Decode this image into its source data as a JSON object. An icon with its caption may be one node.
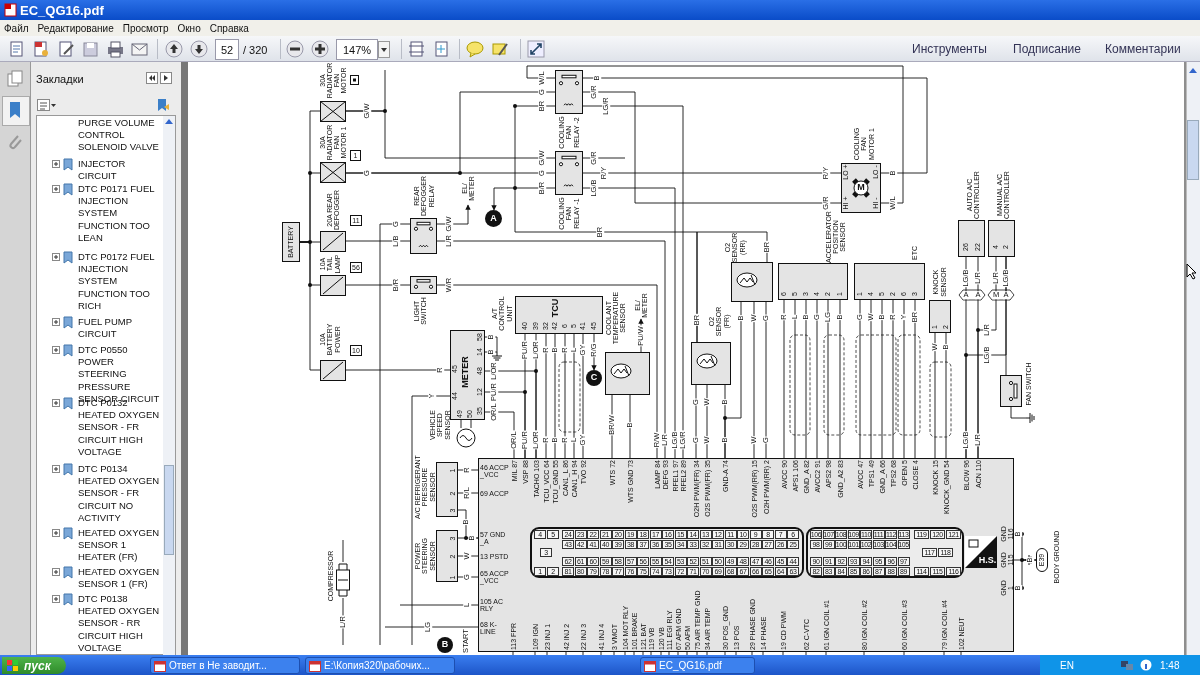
{
  "diagram": {
    "title": "EC_QG16.pdf",
    "nodes": [
      {
        "text": [
          "BATTERY"
        ]
      },
      {
        "text": [
          "30A RADIATOR FAN MOTOR"
        ]
      },
      {
        "text": [
          "30A RADIATOR FAN MOTOR 1",
          "1"
        ]
      },
      {
        "text": [
          "20A REAR DEFOGGER",
          "11"
        ]
      },
      {
        "text": [
          "10A TAIL LAMP",
          "56"
        ]
      },
      {
        "text": [
          "10A BATTERY POWER",
          "10"
        ]
      },
      {
        "text": [
          "COOLING FAN RELAY -2"
        ]
      },
      {
        "text": [
          "COOLING FAN RELAY -1"
        ]
      },
      {
        "text": [
          "REAR DEFOGGER RELAY"
        ]
      },
      {
        "text": [
          "LIGHT SWITCH"
        ]
      },
      {
        "text": [
          "A"
        ]
      },
      {
        "text": [
          "EL/ METER"
        ]
      },
      {
        "text": [
          "METER",
          "45",
          "44",
          "58",
          "14",
          "48",
          "12",
          "35",
          "49",
          "50"
        ]
      },
      {
        "text": [
          "VEHICLE SPEED SENSOR"
        ]
      },
      {
        "text": [
          "TCU",
          "40",
          "39",
          "32",
          "42",
          "6",
          "5",
          "41",
          "45"
        ],
        "beside": [
          "A/T CONTROL UNIT"
        ]
      },
      {
        "text": [
          "C"
        ]
      },
      {
        "text": [
          "COOLANT TEMPERATURE SENSOR"
        ]
      },
      {
        "text": [
          "EL/ METER"
        ]
      },
      {
        "text": [
          "O2 SENSOR (RR)"
        ]
      },
      {
        "text": [
          "O2 SENSOR (FR)"
        ]
      },
      {
        "text": [
          "ACCELERATOR POSITION SENSOR",
          "6",
          "5",
          "3",
          "4",
          "2",
          "1"
        ]
      },
      {
        "text": [
          "ETC",
          "1",
          "4",
          "5",
          "2",
          "6",
          "3"
        ]
      },
      {
        "text": [
          "KNOCK SENSOR",
          "1",
          "2"
        ]
      },
      {
        "text": [
          "AUTO A/C CONTROLLER",
          "26",
          "22"
        ]
      },
      {
        "text": [
          "MANUAL A/C CONTROLLER",
          "4",
          "2"
        ]
      },
      {
        "text": [
          "FAN SWITCH"
        ]
      },
      {
        "text": [
          "COOLING FAN MOTOR 1",
          "M",
          "LO +",
          "LO -",
          "HI +",
          "HI -"
        ]
      },
      {
        "text": [
          "MIL 87",
          "VSP 88",
          "TACHO 103",
          "TCU_VCC 64",
          "TCU_GND 55",
          "CAN1_L 86",
          "CAN1_H 94",
          "TVO 92",
          "WTS 72",
          "WTS GND 73",
          "LAMP 84",
          "DEFG 93",
          "RFEL1 97",
          "RFEL2 89",
          "O2H PWM(FR) 34",
          "O2S PWM(FR) 35",
          "GND-A 74",
          "O2S PWM(RR) 15",
          "O2H PWM(RR) 2",
          "AVCC 90",
          "APS1 106",
          "GND_A 82",
          "AVCC2 91",
          "APS2 98",
          "GND_A2 83",
          "AVCC 47",
          "TPS1 49",
          "GND_A 66",
          "TPS2 68",
          "OPEN 5",
          "CLOSE 4",
          "KNOCK 15",
          "KNOCK_GND 54",
          "BLOW 96",
          "ACN 110",
          "46 ACCP _VCC",
          "69 ACCP",
          "57 GND _A",
          "13 PSTD",
          "65 ACCP _VCC",
          "105 AC RLY",
          "68 K-LINE",
          "113 FPR",
          "109 IGN",
          "23 INJ 1",
          "42 INJ 2",
          "22 INJ 3",
          "41 INJ 4",
          "3 VMOT",
          "104 MOT RLY",
          "101 BRAKE",
          "121 BAT",
          "119 VB",
          "120 VB",
          "111 EGI RLY",
          "67 AFM GND",
          "50 AFM",
          "75 AIR TEMP GND",
          "34 AIR TEMP",
          "30 POS_GND",
          "13 POS",
          "29 PHASE GND",
          "14 PHASE",
          "19 CD PWM",
          "62 C-VTC",
          "61 IGN COIL #1",
          "80 IGN COIL #2",
          "60 IGN COIL #3",
          "79 IGN COIL #4",
          "102 NEUT",
          "GND 116",
          "GND 115",
          "GND 1"
        ]
      },
      {
        "text": [
          "24",
          "23",
          "22",
          "21",
          "20",
          "19",
          "18",
          "17",
          "16",
          "15",
          "14",
          "13",
          "12",
          "11",
          "10",
          "9",
          "8",
          "7",
          "6",
          "43",
          "42",
          "41",
          "40",
          "39",
          "38",
          "37",
          "36",
          "35",
          "34",
          "33",
          "32",
          "31",
          "30",
          "29",
          "28",
          "27",
          "26",
          "25",
          "62",
          "61",
          "60",
          "59",
          "58",
          "57",
          "56",
          "55",
          "54",
          "53",
          "52",
          "51",
          "50",
          "49",
          "48",
          "47",
          "46",
          "45",
          "44",
          "81",
          "80",
          "79",
          "78",
          "77",
          "76",
          "75",
          "74",
          "73",
          "72",
          "71",
          "70",
          "69",
          "68",
          "67",
          "66",
          "65",
          "64",
          "63",
          "4",
          "5",
          "3",
          "1",
          "2"
        ],
        "in": 27
      },
      {
        "text": [
          "106",
          "107",
          "108",
          "109",
          "110",
          "111",
          "112",
          "113",
          "98",
          "99",
          "100",
          "101",
          "102",
          "103",
          "104",
          "105",
          "90",
          "91",
          "92",
          "93",
          "94",
          "95",
          "96",
          "97",
          "82",
          "83",
          "84",
          "85",
          "86",
          "87",
          "88",
          "89",
          "119",
          "120",
          "121",
          "117",
          "118",
          "114",
          "115",
          "116"
        ],
        "in": 27
      },
      {
        "text": [
          "H.S."
        ],
        "in": 27
      },
      {
        "text": [
          "A/C REFRIGERANT PRESSURE SENSOR",
          "1",
          "2",
          "3"
        ]
      },
      {
        "text": [
          "POWER STEERING SENSOR",
          "3",
          "2",
          "1"
        ]
      },
      {
        "text": [
          "COMPRESSOR"
        ]
      },
      {
        "text": [
          "B"
        ]
      },
      {
        "text": [
          "E39"
        ],
        "beside": [
          "BODY GROUND"
        ]
      }
    ],
    "edges": [
      {
        "from": 0,
        "to": 1,
        "arrow": "none"
      },
      {
        "from": 0,
        "to": 2,
        "arrow": "none"
      },
      {
        "from": 0,
        "to": 3,
        "arrow": "none"
      },
      {
        "from": 0,
        "to": 4,
        "arrow": "none"
      },
      {
        "from": 0,
        "to": 5,
        "arrow": "none"
      },
      {
        "from": 1,
        "to": 7,
        "arrow": "none",
        "label": "G/W"
      },
      {
        "from": 2,
        "to": 7,
        "arrow": "none",
        "label": "G"
      },
      {
        "from": 2,
        "to": 6,
        "arrow": "none",
        "label": "G"
      },
      {
        "from": 3,
        "to": 8,
        "arrow": "none",
        "label": "L/B"
      },
      {
        "from": 8,
        "to": 11,
        "arrow": "to",
        "label": "G/W"
      },
      {
        "from": 4,
        "to": 9,
        "arrow": "none",
        "label": "B/R"
      },
      {
        "from": 5,
        "to": 12,
        "arrow": "none",
        "label": "R"
      },
      {
        "from": 7,
        "to": 10,
        "arrow": "to",
        "label": "B/R"
      },
      {
        "from": 7,
        "to": 26,
        "arrow": "none",
        "label": "R/Y"
      },
      {
        "from": 6,
        "to": 26,
        "arrow": "none",
        "label": "G/R"
      },
      {
        "from": 7,
        "to": 27,
        "arrow": "none",
        "label": "LG/B"
      },
      {
        "from": 6,
        "to": 27,
        "arrow": "none",
        "label": "LG/R"
      },
      {
        "from": 8,
        "to": 27,
        "arrow": "none",
        "label": "L/R"
      },
      {
        "from": 9,
        "to": 27,
        "arrow": "none",
        "label": "W/R"
      },
      {
        "from": 12,
        "to": 27,
        "arrow": "none",
        "label": "OR/L"
      },
      {
        "from": 12,
        "to": 27,
        "arrow": "none",
        "label": "PU/R"
      },
      {
        "from": 12,
        "to": 27,
        "arrow": "none",
        "label": "L/OR"
      },
      {
        "from": 14,
        "to": 27,
        "arrow": "none",
        "label": "PU/R"
      },
      {
        "from": 14,
        "to": 27,
        "arrow": "none",
        "label": "L/OR"
      },
      {
        "from": 14,
        "to": 27,
        "arrow": "none",
        "label": "R"
      },
      {
        "from": 14,
        "to": 27,
        "arrow": "none",
        "label": "B"
      },
      {
        "from": 14,
        "to": 27,
        "arrow": "none",
        "label": "R"
      },
      {
        "from": 14,
        "to": 27,
        "arrow": "none",
        "label": "L"
      },
      {
        "from": 14,
        "to": 27,
        "arrow": "none",
        "label": "GY"
      },
      {
        "from": 14,
        "to": 15,
        "arrow": "to",
        "label": "R/G"
      },
      {
        "from": 16,
        "to": 17,
        "arrow": "to",
        "label": "PU/W"
      },
      {
        "from": 16,
        "to": 27,
        "arrow": "none",
        "label": "BR/W"
      },
      {
        "from": 16,
        "to": 27,
        "arrow": "none",
        "label": "B"
      },
      {
        "from": 19,
        "to": 27,
        "arrow": "none",
        "label": "G"
      },
      {
        "from": 19,
        "to": 27,
        "arrow": "none",
        "label": "W"
      },
      {
        "from": 19,
        "to": 27,
        "arrow": "none",
        "label": "B"
      },
      {
        "from": 18,
        "to": 27,
        "arrow": "none"
      },
      {
        "from": 18,
        "to": 27,
        "arrow": "none",
        "label": "W"
      },
      {
        "from": 18,
        "to": 27,
        "arrow": "none",
        "label": "G"
      },
      {
        "from": 18,
        "to": 19,
        "arrow": "none",
        "label": "BR"
      },
      {
        "from": 20,
        "to": 27,
        "arrow": "none",
        "label": "R"
      },
      {
        "from": 20,
        "to": 27,
        "arrow": "none",
        "label": "L"
      },
      {
        "from": 20,
        "to": 27,
        "arrow": "none",
        "label": "B"
      },
      {
        "from": 20,
        "to": 27,
        "arrow": "none",
        "label": "G"
      },
      {
        "from": 20,
        "to": 27,
        "arrow": "none",
        "label": "LG"
      },
      {
        "from": 20,
        "to": 27,
        "arrow": "none",
        "label": "B"
      },
      {
        "from": 21,
        "to": 27,
        "arrow": "none",
        "label": "G"
      },
      {
        "from": 21,
        "to": 27,
        "arrow": "none",
        "label": "W"
      },
      {
        "from": 21,
        "to": 27,
        "arrow": "none",
        "label": "B"
      },
      {
        "from": 21,
        "to": 27,
        "arrow": "none",
        "label": "R"
      },
      {
        "from": 21,
        "to": 27,
        "arrow": "none",
        "label": "Y"
      },
      {
        "from": 21,
        "to": 27,
        "arrow": "none",
        "label": "BR"
      },
      {
        "from": 22,
        "to": 27,
        "arrow": "none",
        "label": "W"
      },
      {
        "from": 22,
        "to": 27,
        "arrow": "none",
        "label": "B"
      },
      {
        "from": 23,
        "to": 27,
        "arrow": "none",
        "label": "LG/B"
      },
      {
        "from": 23,
        "to": 27,
        "arrow": "none",
        "label": "L/R"
      },
      {
        "from": 24,
        "to": 27,
        "arrow": "none",
        "label": "L/R"
      },
      {
        "from": 24,
        "to": 25,
        "arrow": "none",
        "label": "LG/B"
      },
      {
        "from": 24,
        "to": 27,
        "arrow": "none"
      },
      {
        "from": 31,
        "to": 27,
        "arrow": "none",
        "label": "R"
      },
      {
        "from": 31,
        "to": 27,
        "arrow": "none",
        "label": "R/L"
      },
      {
        "from": 31,
        "to": 27,
        "arrow": "none",
        "label": "B"
      },
      {
        "from": 32,
        "to": 27,
        "arrow": "none",
        "label": "B"
      },
      {
        "from": 32,
        "to": 27,
        "arrow": "none",
        "label": "W"
      },
      {
        "from": 32,
        "to": 27,
        "arrow": "none",
        "label": "G"
      },
      {
        "from": null,
        "to": 27,
        "arrow": "none",
        "label": "L"
      },
      {
        "from": null,
        "to": 27,
        "arrow": "none",
        "label": "LG"
      },
      {
        "from": 12,
        "to": null,
        "arrow": "none",
        "label": "Y"
      },
      {
        "from": 13,
        "to": 12,
        "arrow": "none"
      },
      {
        "from": 13,
        "to": 12,
        "arrow": "none"
      },
      {
        "from": 27,
        "to": 35,
        "arrow": "none",
        "label": "B"
      },
      {
        "from": 27,
        "to": 35,
        "arrow": "none",
        "label": "B"
      },
      {
        "from": 27,
        "to": 35,
        "arrow": "none",
        "label": "B"
      },
      {
        "from": 6,
        "to": 26,
        "arrow": "none"
      },
      {
        "from": 6,
        "to": 26,
        "arrow": "none"
      },
      {
        "from": 7,
        "to": null,
        "arrow": "none"
      },
      {
        "from": 1,
        "to": null,
        "arrow": "none"
      },
      {
        "from": 6,
        "to": 19,
        "arrow": "none"
      },
      {
        "from": 8,
        "to": null,
        "arrow": "none"
      },
      {
        "from": 33,
        "to": null,
        "arrow": "none",
        "label": "L/R"
      },
      {
        "from": 33,
        "to": null,
        "arrow": "none"
      }
    ],
    "labels": [
      "Файл",
      "Редактирование",
      "Просмотр",
      "Окно",
      "Справка",
      "52",
      "/ 320",
      "147%",
      "Инструменты",
      "Подписание",
      "Комментарии",
      "Закладки",
      "PURGE VOLUME CONTROL SOLENOID VALVE",
      "INJECTOR CIRCUIT",
      "DTC P0171 FUEL INJECTION SYSTEM FUNCTION TOO LEAN",
      "DTC P0172 FUEL INJECTION SYSTEM FUNCTION TOO RICH",
      "FUEL PUMP CIRCUIT",
      "DTC P0550 POWER STEERING PRESSURE SENSOR CIRCUIT",
      "DTC P0132 HEATED OXYGEN SENSOR - FR CIRCUIT HIGH VOLTAGE",
      "DTC P0134 HEATED OXYGEN SENSOR - FR CIRCUIT NO ACTIVITY",
      "HEATED OXYGEN SENSOR 1 HEATER (FR)",
      "HEATED OXYGEN SENSOR 1 (FR)",
      "DTC P0138 HEATED OXYGEN SENSOR - RR CIRCUIT HIGH VOLTAGE",
      "пуск",
      "Ответ в Не заводит...",
      "E:\\Копия320\\рабочих...",
      "EC_QG16.pdf",
      "EN",
      "1:48",
      "G/W",
      "G",
      "W/L",
      "BR",
      "B",
      "G/R",
      "G/R",
      "R/Y",
      "BR",
      "G",
      "B",
      "W/L",
      "B",
      "B",
      "OR/L",
      "PU/R",
      "L/OR",
      "R",
      "B",
      "R",
      "L",
      "GY",
      "R/W",
      "L/R",
      "LG/B",
      "LG/R",
      "G",
      "W",
      "B",
      "B",
      "W",
      "G",
      "BR",
      "LG/B",
      "L/R",
      "A",
      "A",
      "M",
      "A",
      "L/R",
      "LG/B",
      "START"
    ]
  }
}
